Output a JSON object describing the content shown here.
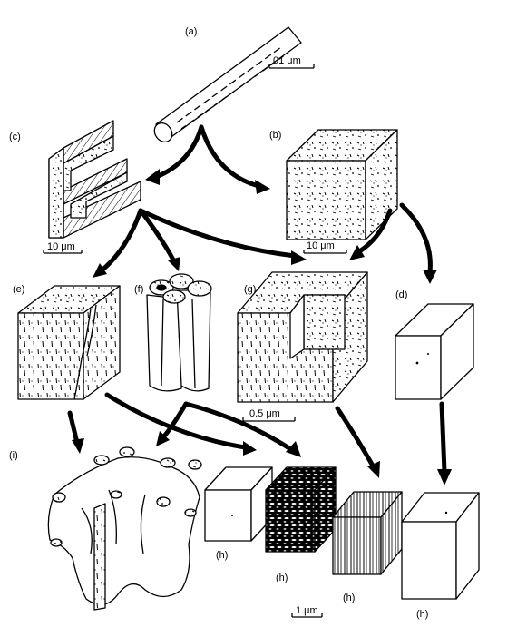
{
  "labels": {
    "a": "(a)",
    "b": "(b)",
    "c": "(c)",
    "d": "(d)",
    "e": "(e)",
    "f": "(f)",
    "g": "(g)",
    "i": "(i)",
    "h1": "(h)",
    "h2": "(h)",
    "h3": "(h)",
    "h4": "(h)"
  },
  "scales": {
    "a": "01 μm",
    "b": "10 μm",
    "c": "10 μm",
    "g": "0.5 μm",
    "h": "1 μm"
  },
  "colors": {
    "ink": "#000000",
    "paper": "#ffffff"
  }
}
